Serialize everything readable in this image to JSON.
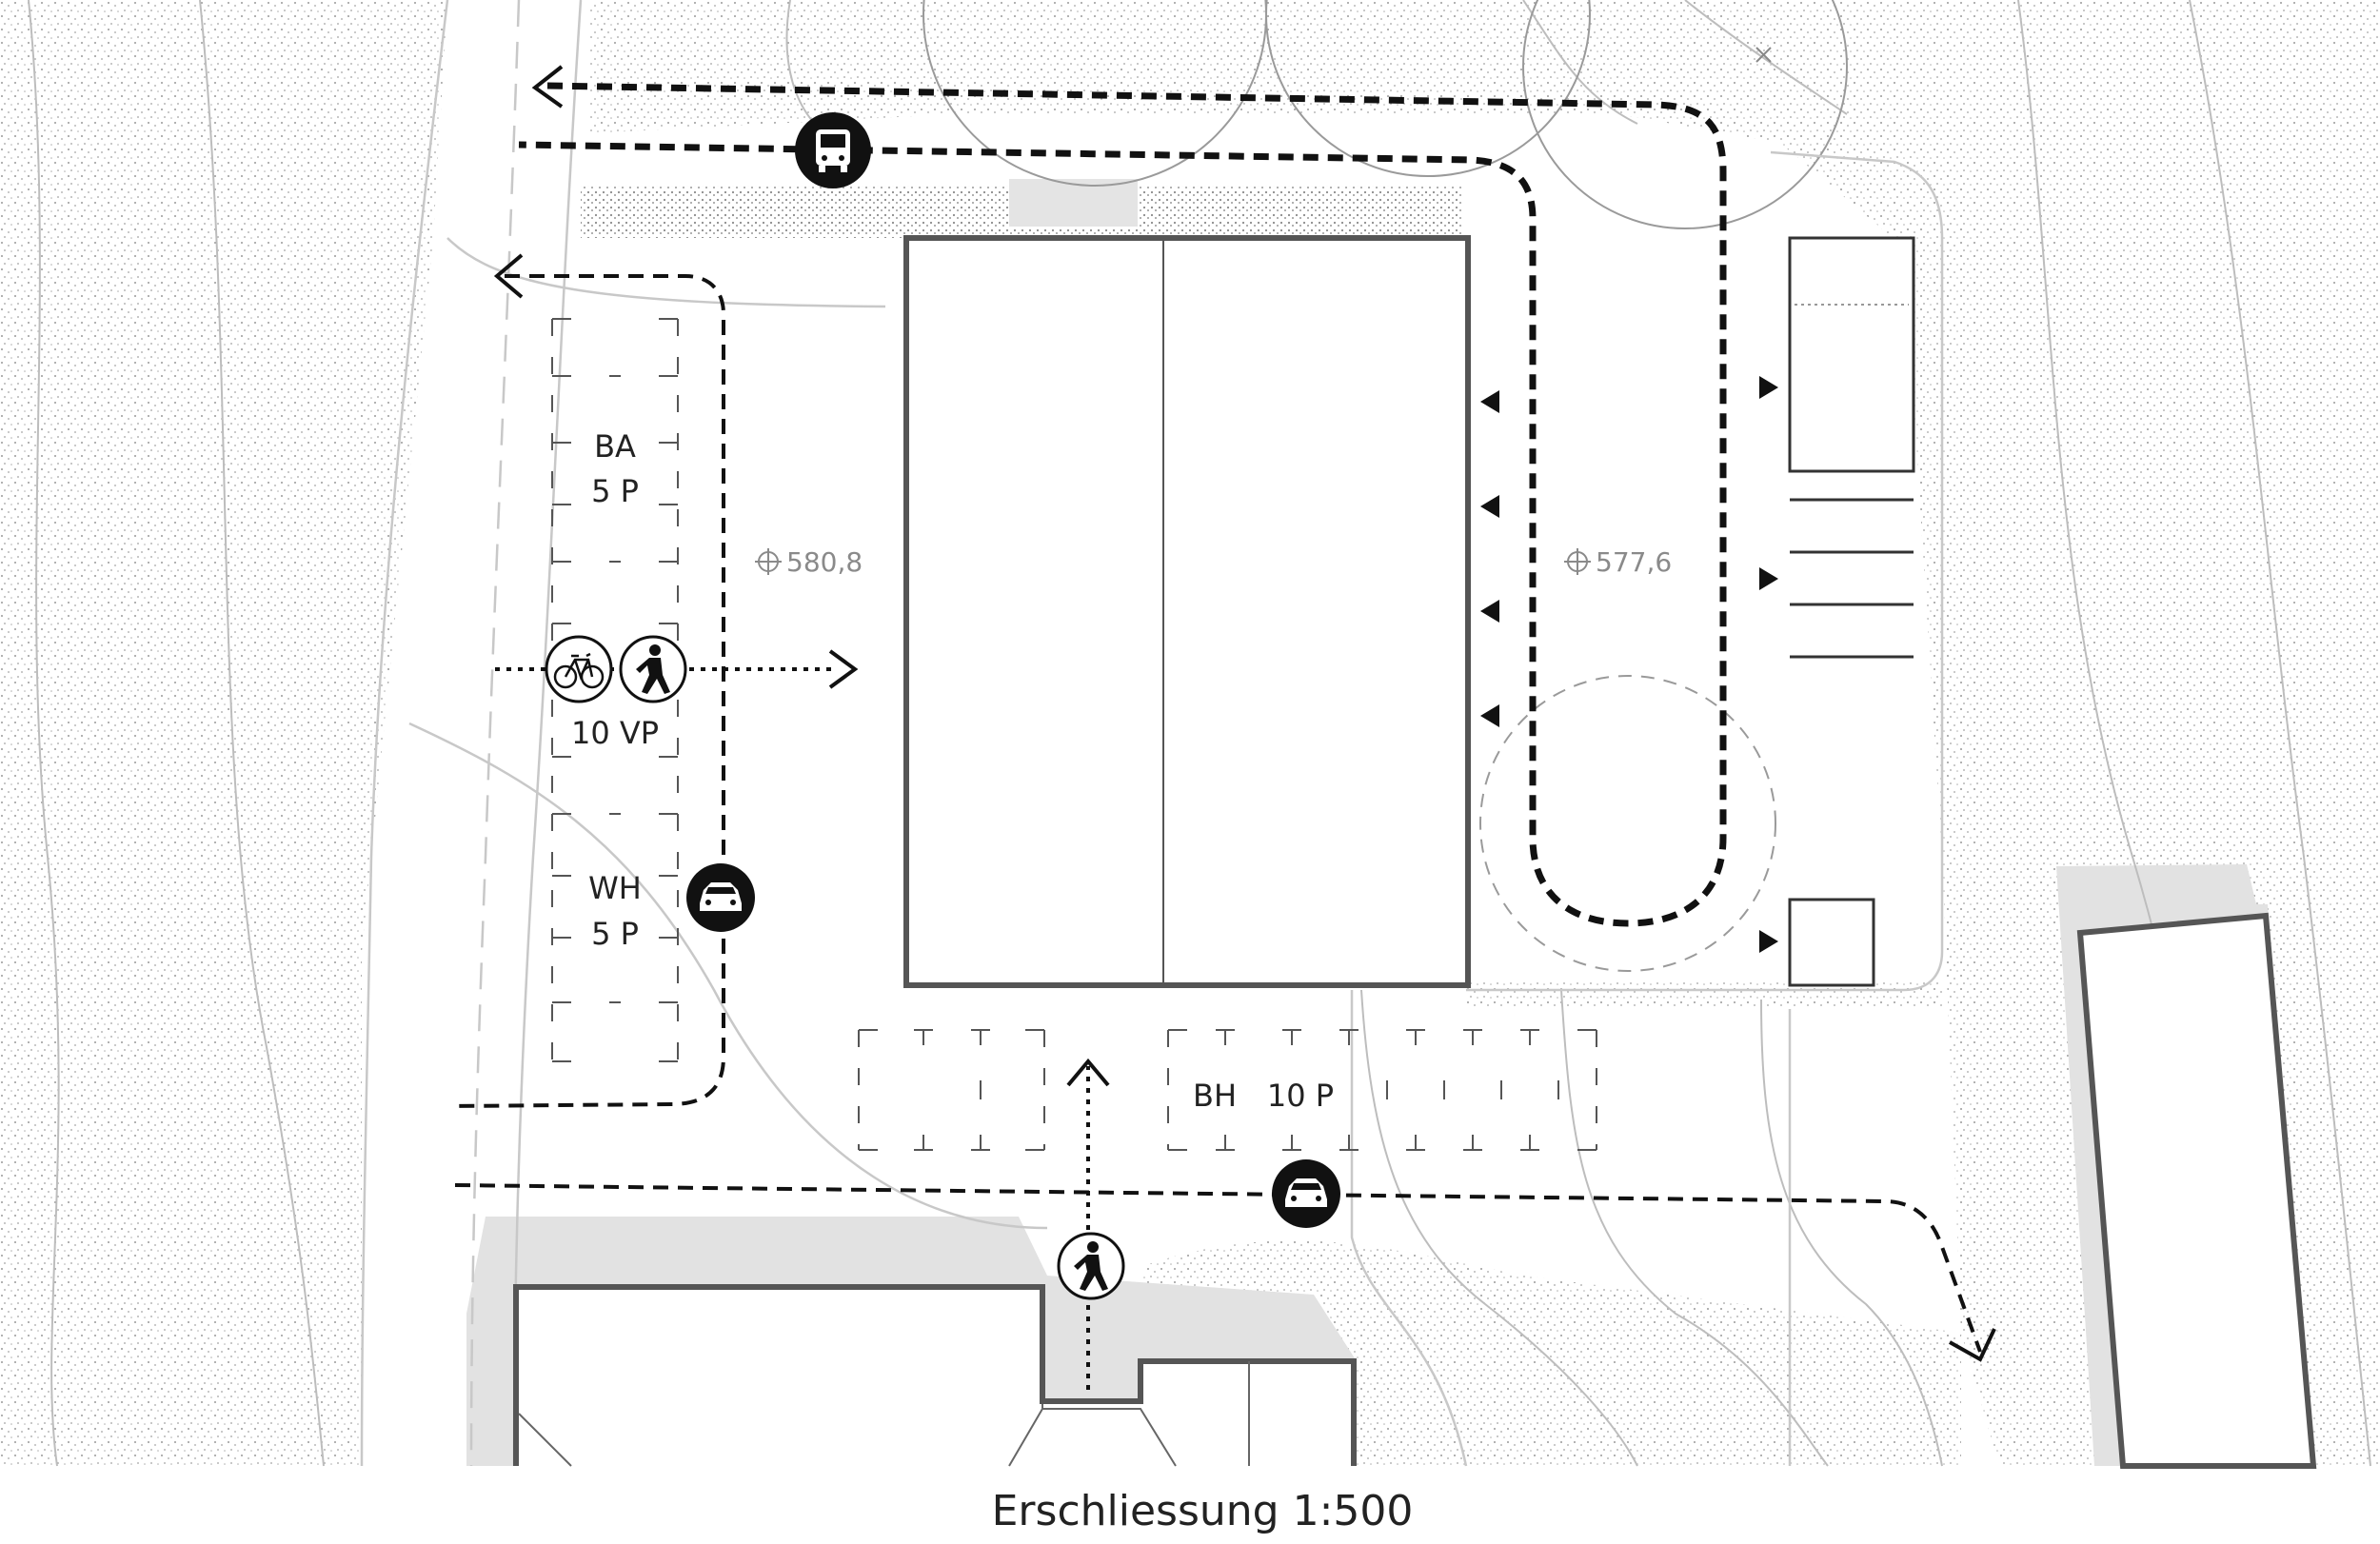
{
  "caption": "Erschliessung 1:500",
  "parking": {
    "ba_name": "BA",
    "ba_count": "5 P",
    "vp_label": "10 VP",
    "wh_name": "WH",
    "wh_count": "5 P",
    "bh_name": "BH",
    "bh_count": "10 P"
  },
  "elevations": {
    "west": "580,8",
    "east": "577,6"
  },
  "icons": [
    "bus-icon",
    "car-icon",
    "bicycle-icon",
    "pedestrian-icon"
  ],
  "colors": {
    "hatch": "#e6e6e6",
    "building_outline": "#555555",
    "route": "#111111",
    "paper": "#ffffff"
  }
}
